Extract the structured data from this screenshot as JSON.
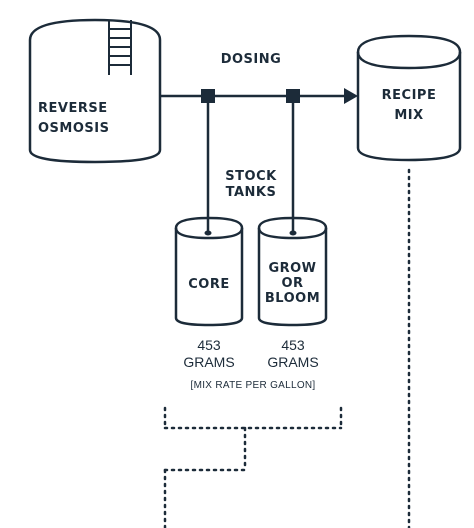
{
  "diagram": {
    "source_tank": {
      "line1": "REVERSE",
      "line2": "OSMOSIS"
    },
    "dosing_label": "DOSING",
    "stock_tanks_label": {
      "line1": "STOCK",
      "line2": "TANKS"
    },
    "destination": {
      "line1": "RECIPE",
      "line2": "MIX"
    },
    "stock_tank_core": {
      "name": "CORE",
      "amount": "453",
      "unit": "GRAMS"
    },
    "stock_tank_grow_bloom": {
      "line1": "GROW",
      "line2": "OR",
      "line3": "BLOOM",
      "amount": "453",
      "unit": "GRAMS"
    },
    "mix_rate_note": "[MIX RATE PER GALLON]"
  },
  "colors": {
    "ink": "#1c2b39",
    "background": "#ffffff"
  }
}
